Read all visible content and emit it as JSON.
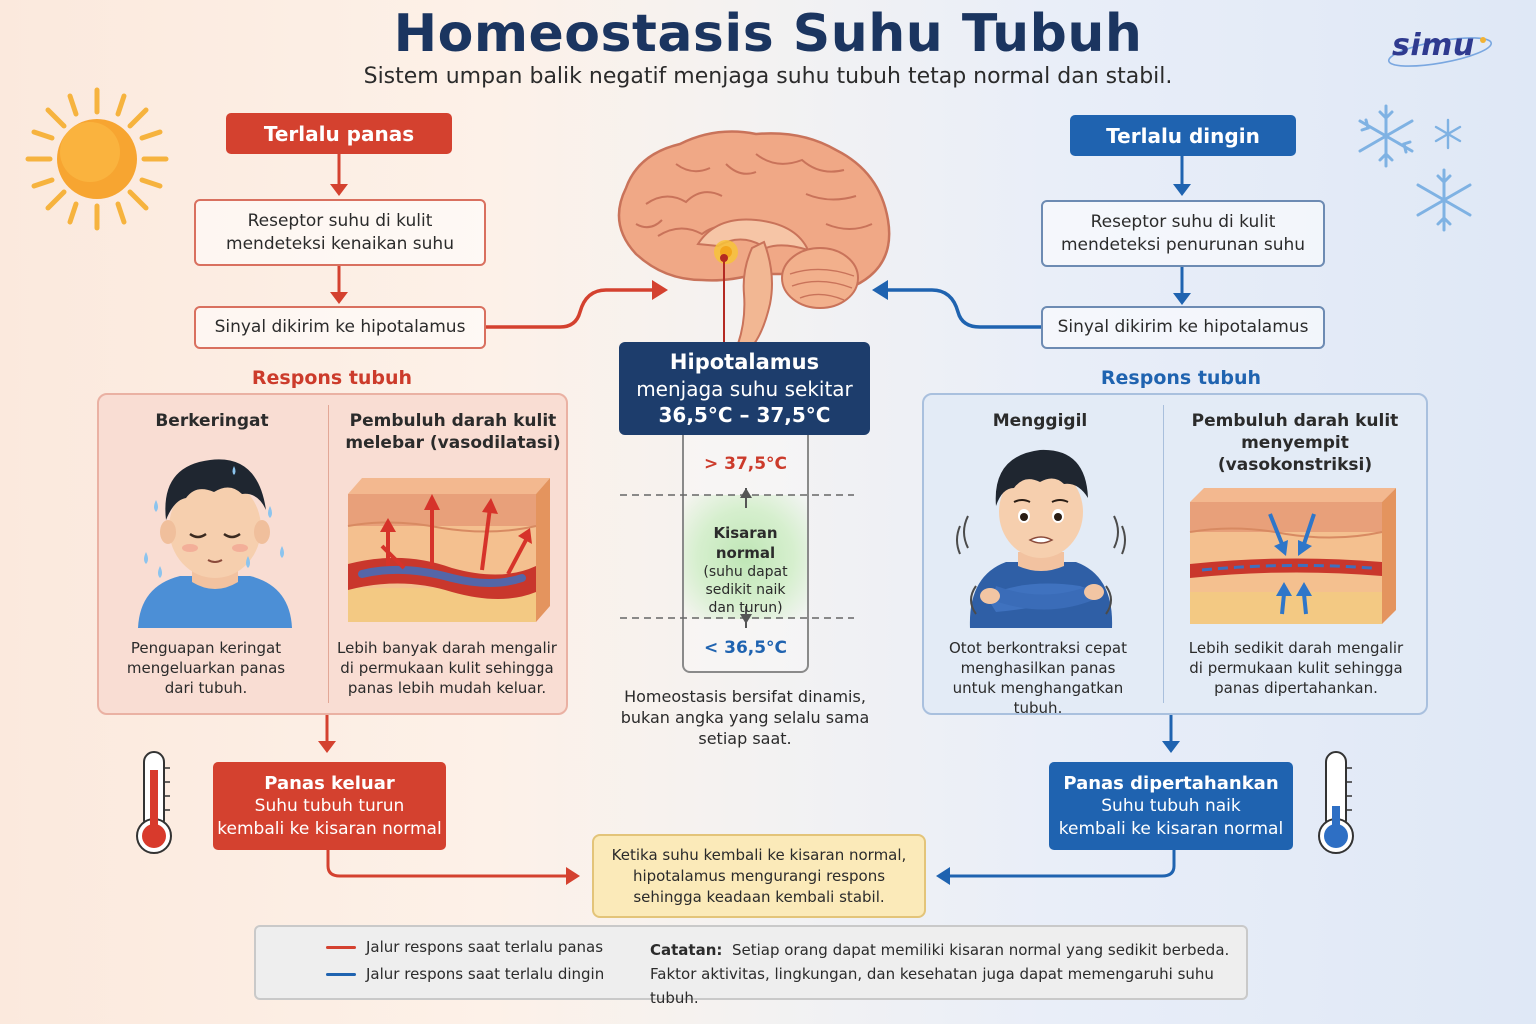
{
  "header": {
    "title": "Homeostasis Suhu Tubuh",
    "subtitle": "Sistem umpan balik negatif menjaga suhu tubuh tetap normal dan stabil.",
    "logo": "simu"
  },
  "hot": {
    "tag": "Terlalu panas",
    "receptor": [
      "Reseptor suhu di kulit",
      "mendeteksi kenaikan suhu"
    ],
    "signal": "Sinyal dikirim ke hipotalamus",
    "response_label": "Respons tubuh",
    "response1": {
      "title": "Berkeringat",
      "desc": [
        "Penguapan keringat",
        "mengeluarkan panas",
        "dari tubuh."
      ]
    },
    "response2": {
      "title": [
        "Pembuluh darah kulit",
        "melebar (vasodilatasi)"
      ],
      "desc": [
        "Lebih banyak darah mengalir",
        "di permukaan kulit sehingga",
        "panas lebih mudah keluar."
      ]
    },
    "result": {
      "title": "Panas keluar",
      "line1": "Suhu tubuh turun",
      "line2": "kembali ke kisaran normal"
    },
    "color": "#d4412f"
  },
  "cold": {
    "tag": "Terlalu dingin",
    "receptor": [
      "Reseptor suhu di kulit",
      "mendeteksi penurunan suhu"
    ],
    "signal": "Sinyal dikirim ke hipotalamus",
    "response_label": "Respons tubuh",
    "response1": {
      "title": "Menggigil",
      "desc": [
        "Otot berkontraksi cepat",
        "menghasilkan panas",
        "untuk menghangatkan tubuh."
      ]
    },
    "response2": {
      "title": [
        "Pembuluh darah kulit",
        "menyempit (vasokonstriksi)"
      ],
      "desc": [
        "Lebih sedikit darah mengalir",
        "di permukaan kulit sehingga",
        "panas dipertahankan."
      ]
    },
    "result": {
      "title": "Panas dipertahankan",
      "line1": "Suhu tubuh naik",
      "line2": "kembali ke kisaran normal"
    },
    "color": "#1f63b0"
  },
  "center": {
    "hypo_title": "Hipotalamus",
    "hypo_line": "menjaga suhu sekitar",
    "hypo_range": "36,5°C – 37,5°C",
    "upper": "> 37,5°C",
    "lower": "< 36,5°C",
    "normal_title": "Kisaran normal",
    "normal_desc": [
      "(suhu dapat",
      "sedikit naik",
      "dan turun)"
    ],
    "footnote": [
      "Homeostasis bersifat dinamis,",
      "bukan angka yang selalu sama",
      "setiap saat."
    ]
  },
  "stable": [
    "Ketika suhu kembali ke kisaran normal,",
    "hipotalamus mengurangi respons",
    "sehingga keadaan kembali stabil."
  ],
  "legend": {
    "hot_line": "Jalur respons saat terlalu panas",
    "cold_line": "Jalur respons saat terlalu dingin",
    "note_label": "Catatan:",
    "note1": "Setiap orang dapat memiliki kisaran normal yang sedikit berbeda.",
    "note2": "Faktor aktivitas, lingkungan, dan kesehatan juga dapat memengaruhi suhu tubuh."
  }
}
